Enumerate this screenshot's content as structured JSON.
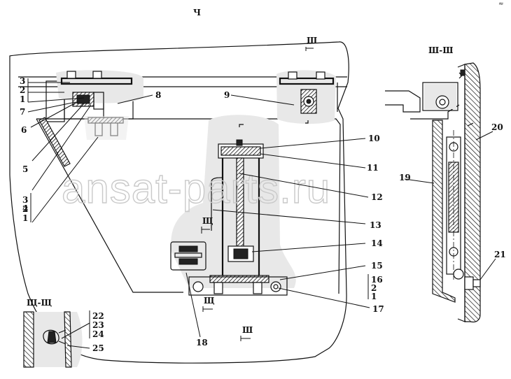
{
  "view_label": "Ч",
  "section_top": "Ш-Ш",
  "section_bottom": "Щ-Щ",
  "watermark": "ansat-parts.ru",
  "marker_sh": "Ш",
  "marker_shch": "Щ",
  "corner_mark": "≈",
  "callouts": {
    "c1": "1",
    "c2": "2",
    "c3": "3",
    "c4": "4",
    "c5": "5",
    "c6": "6",
    "c7": "7",
    "c8": "8",
    "c9": "9",
    "c10": "10",
    "c11": "11",
    "c12": "12",
    "c13": "13",
    "c14": "14",
    "c15": "15",
    "c16": "16",
    "c17": "17",
    "c18": "18",
    "c19": "19",
    "c20": "20",
    "c21": "21",
    "c22": "22",
    "c23": "23",
    "c24": "24",
    "c25": "25"
  }
}
